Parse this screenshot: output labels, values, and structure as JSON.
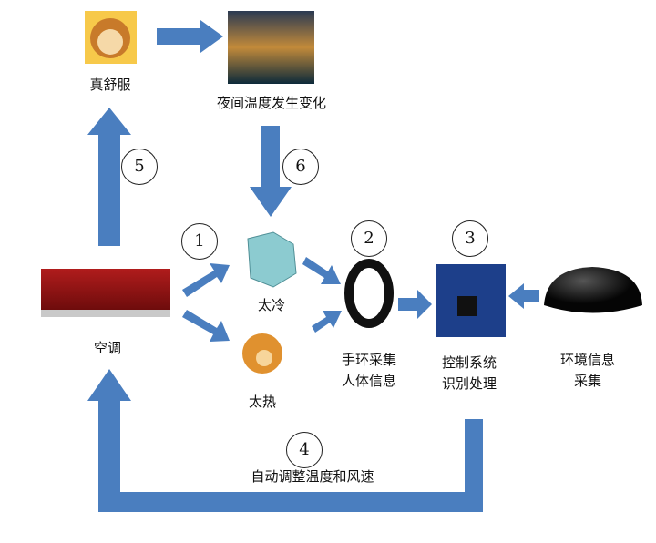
{
  "colors": {
    "arrow": "#4a7ebf"
  },
  "nodes": {
    "comfortable": "真舒服",
    "night_temp": "夜间温度发生变化",
    "air_conditioner": "空调",
    "too_cold": "太冷",
    "too_hot": "太热",
    "band_line1": "手环采集",
    "band_line2": "人体信息",
    "control_line1": "控制系统",
    "control_line2": "识别处理",
    "env_line1": "环境信息",
    "env_line2": "采集",
    "auto_adjust": "自动调整温度和风速"
  },
  "steps": [
    "1",
    "2",
    "3",
    "4",
    "5",
    "6"
  ]
}
